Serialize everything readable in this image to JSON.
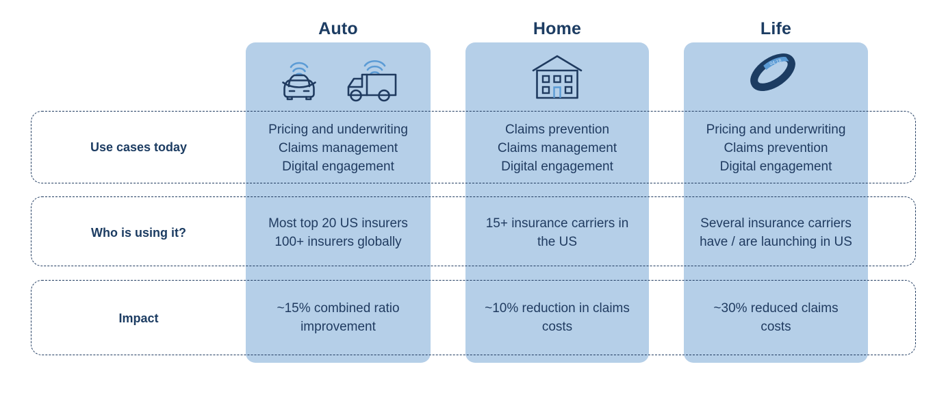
{
  "columns": [
    {
      "key": "auto",
      "label": "Auto",
      "icons": [
        "connected-car-icon",
        "connected-truck-icon"
      ]
    },
    {
      "key": "home",
      "label": "Home",
      "icons": [
        "house-icon"
      ]
    },
    {
      "key": "life",
      "label": "Life",
      "icons": [
        "fitness-band-icon"
      ]
    }
  ],
  "rows": [
    {
      "key": "use-cases-today",
      "label": "Use cases today",
      "cells": {
        "auto": [
          "Pricing and underwriting",
          "Claims management",
          "Digital engagement"
        ],
        "home": [
          "Claims prevention",
          "Claims management",
          "Digital engagement"
        ],
        "life": [
          "Pricing and underwriting",
          "Claims prevention",
          "Digital engagement"
        ]
      }
    },
    {
      "key": "who-is-using-it",
      "label": "Who is using it?",
      "cells": {
        "auto": [
          "Most top 20 US insurers",
          "100+ insurers globally"
        ],
        "home": [
          "15+ insurance carriers in",
          "the US"
        ],
        "life": [
          "Several insurance carriers",
          "have / are launching in US"
        ]
      }
    },
    {
      "key": "impact",
      "label": "Impact",
      "cells": {
        "auto": [
          "~15% combined ratio",
          "improvement"
        ],
        "home": [
          "~10% reduction in claims",
          "costs"
        ],
        "life": [
          "~30% reduced claims",
          "costs"
        ]
      }
    }
  ],
  "colors": {
    "band": "#b5cfe8",
    "ink": "#1f3a5f",
    "heading": "#1c3c62",
    "accent_light": "#5b9bd5",
    "page_background": "#ffffff"
  }
}
